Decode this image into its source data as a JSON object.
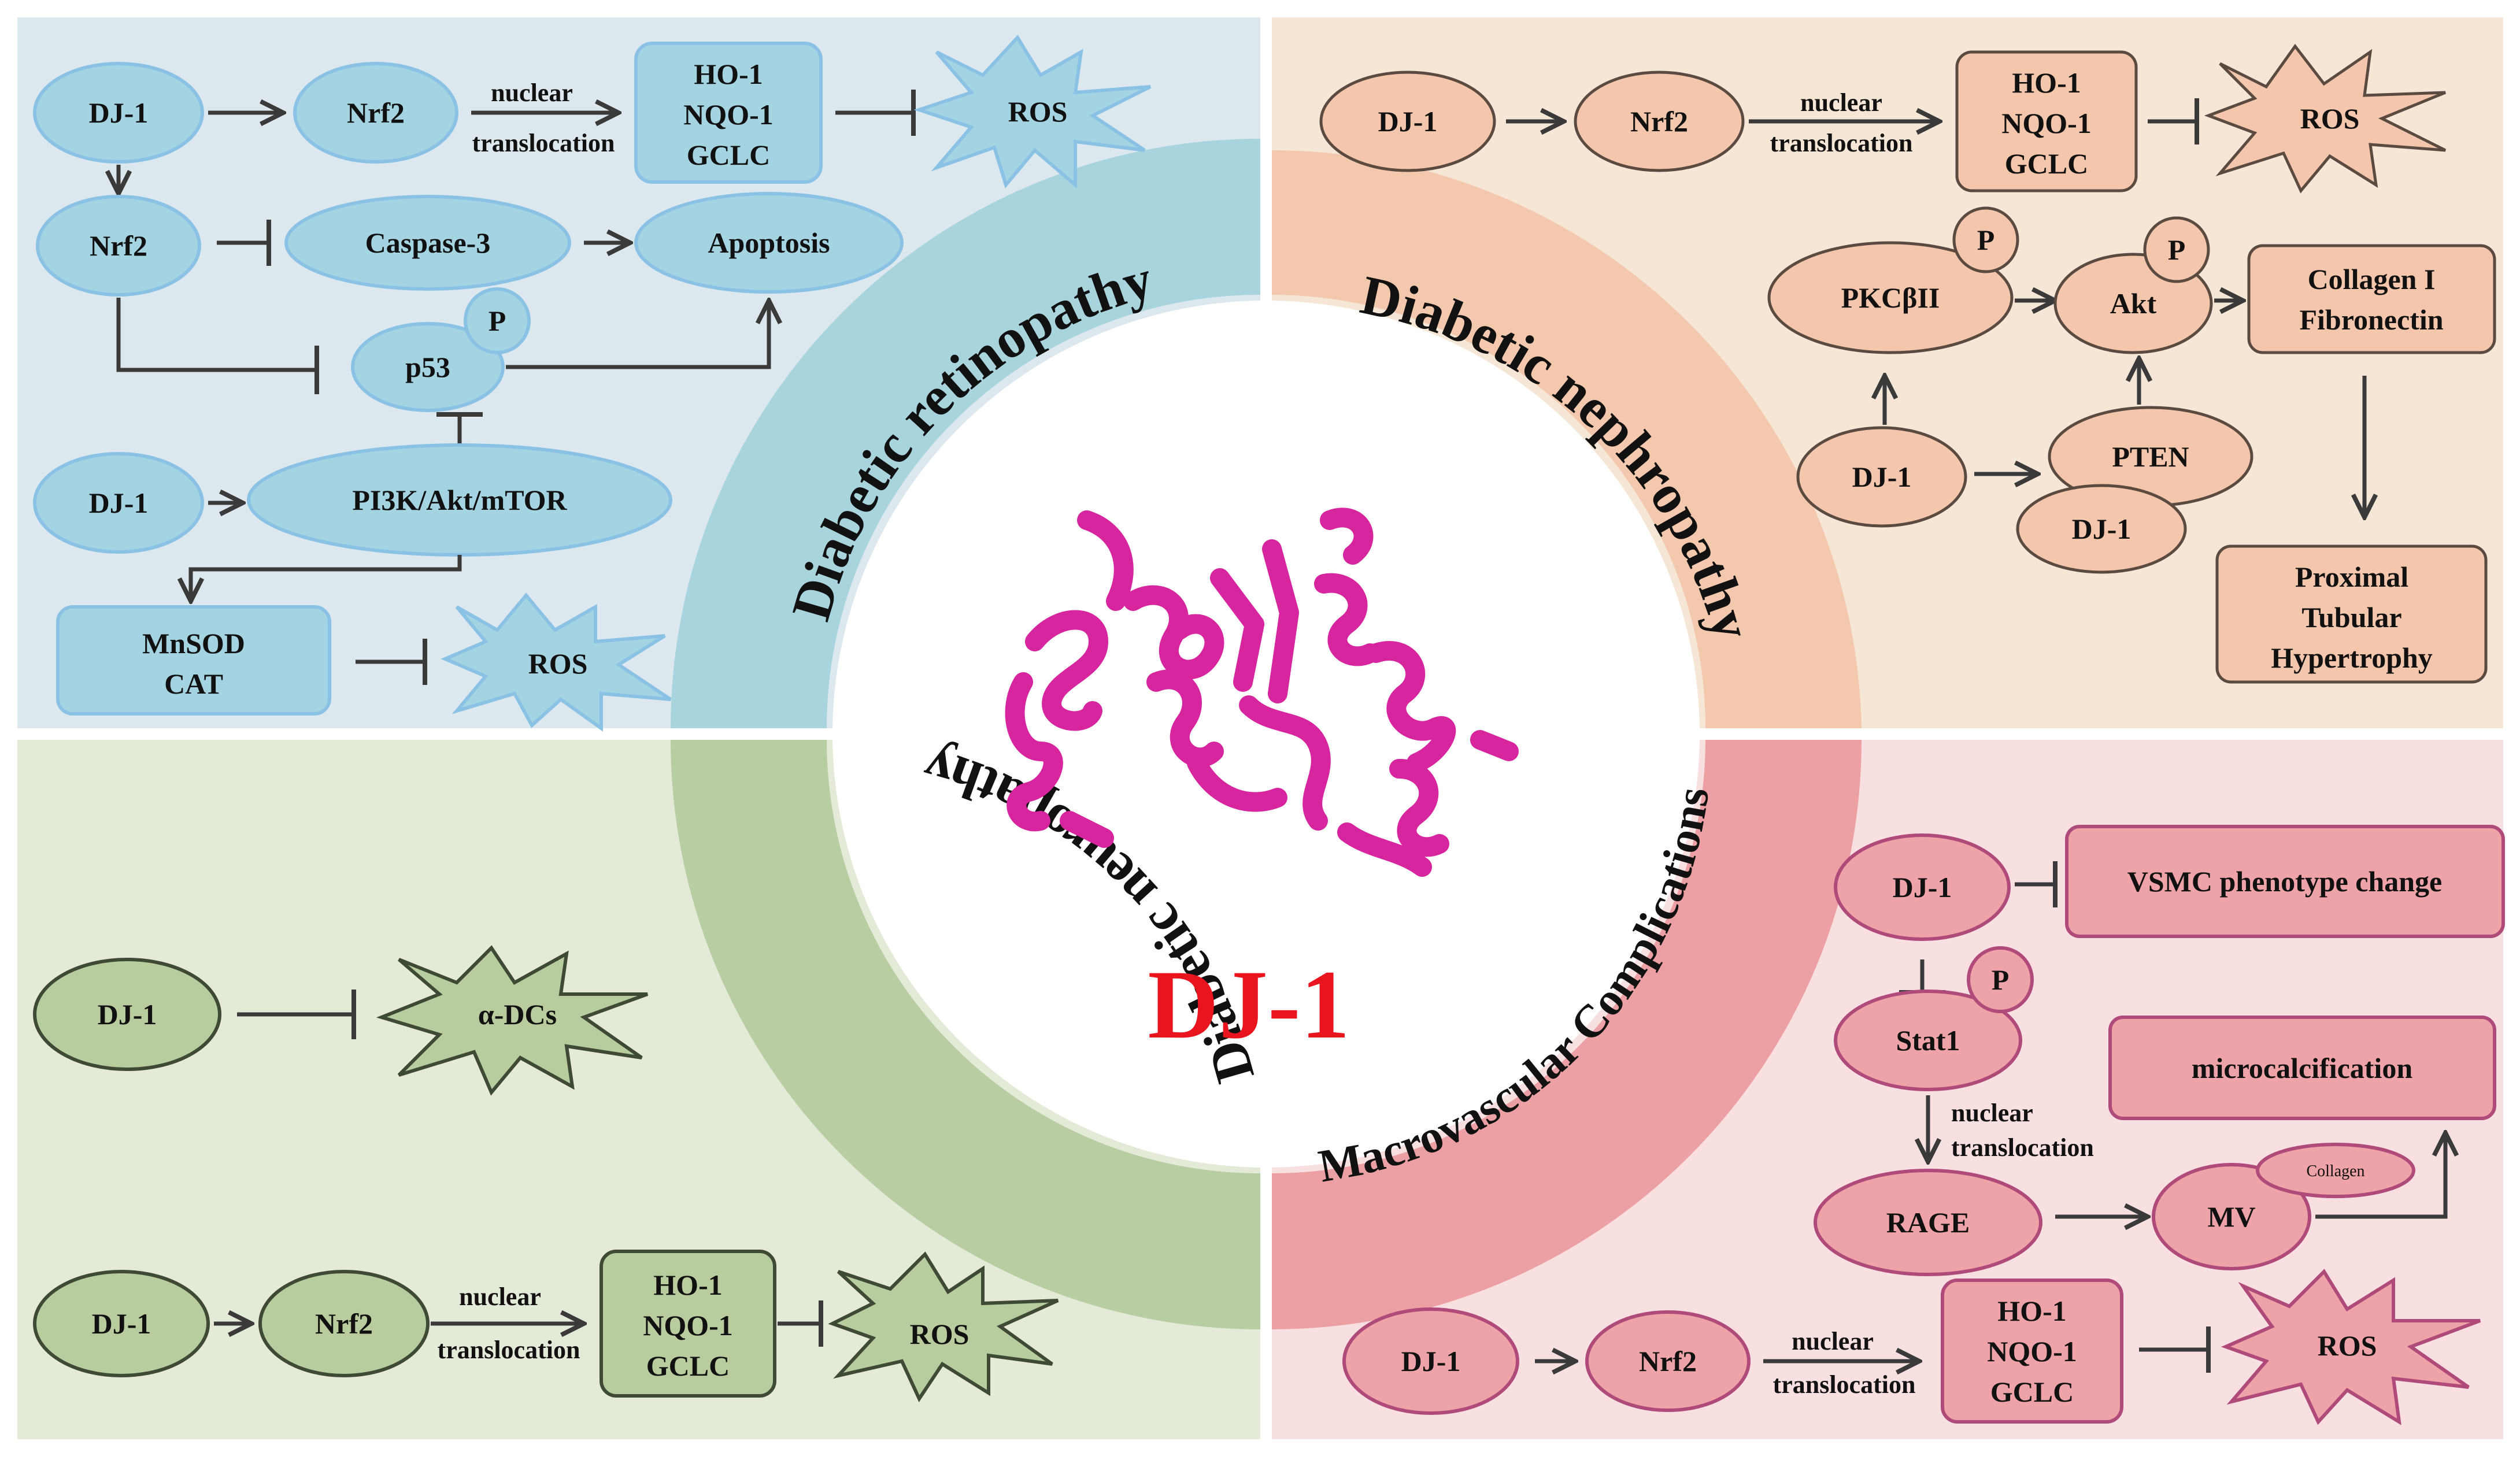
{
  "center": {
    "title": "DJ-1",
    "protein": "DJ-1 protein structure"
  },
  "arcs": {
    "retinopathy": "Diabetic retinopathy",
    "nephropathy": "Diabetic nephropathy",
    "neuropathy": "Diabetic neuropathy",
    "macrovascular": "Macrovascular Complications"
  },
  "colors": {
    "retinopathy_bg": "#dce8ee",
    "retinopathy_arc": "#a8d4de",
    "retinopathy_node": "#a4d4e2",
    "retinopathy_stroke": "#8ac2e6",
    "nephropathy_bg": "#f5e6d6",
    "nephropathy_arc": "#f3c8ad",
    "nephropathy_node": "#f4c6ac",
    "nephropathy_stroke": "#5a4a40",
    "neuropathy_bg": "#e3ead8",
    "neuropathy_arc": "#b8cda1",
    "neuropathy_node": "#b9cc9e",
    "neuropathy_stroke": "#3f4a36",
    "macro_bg": "#f9e0e0",
    "macro_arc": "#eca0a4",
    "macro_node": "#eda3a7",
    "macro_stroke": "#b04a7a",
    "title_red": "#e8141e",
    "protein_magenta": "#d6259e"
  },
  "common": {
    "nuclear": "nuclear",
    "translocation": "translocation",
    "p": "P"
  },
  "retinopathy": {
    "dj1": "DJ-1",
    "nrf2": "Nrf2",
    "ho1": "HO-1",
    "nqo1": "NQO-1",
    "gclc": "GCLC",
    "ros": "ROS",
    "nrf2b": "Nrf2",
    "caspase3": "Caspase-3",
    "apoptosis": "Apoptosis",
    "p53": "p53",
    "dj1b": "DJ-1",
    "pi3k": "PI3K/Akt/mTOR",
    "mnsod": "MnSOD",
    "cat": "CAT",
    "ros2": "ROS"
  },
  "nephropathy": {
    "dj1": "DJ-1",
    "nrf2": "Nrf2",
    "ho1": "HO-1",
    "nqo1": "NQO-1",
    "gclc": "GCLC",
    "ros": "ROS",
    "pkc": "PKCβII",
    "akt": "Akt",
    "collagen": "Collagen I",
    "fibronectin": "Fibronectin",
    "dj1b": "DJ-1",
    "pten": "PTEN",
    "dj1c": "DJ-1",
    "proximal": "Proximal",
    "tubular": "Tubular",
    "hypertrophy": "Hypertrophy"
  },
  "neuropathy": {
    "dj1": "DJ-1",
    "adcs": "α-DCs",
    "dj1b": "DJ-1",
    "nrf2": "Nrf2",
    "ho1": "HO-1",
    "nqo1": "NQO-1",
    "gclc": "GCLC",
    "ros": "ROS"
  },
  "macro": {
    "dj1": "DJ-1",
    "vsmc": "VSMC phenotype change",
    "stat1": "Stat1",
    "micro": "microcalcification",
    "rage": "RAGE",
    "mv": "MV",
    "collagen": "Collagen",
    "dj1b": "DJ-1",
    "nrf2": "Nrf2",
    "ho1": "HO-1",
    "nqo1": "NQO-1",
    "gclc": "GCLC",
    "ros": "ROS"
  }
}
